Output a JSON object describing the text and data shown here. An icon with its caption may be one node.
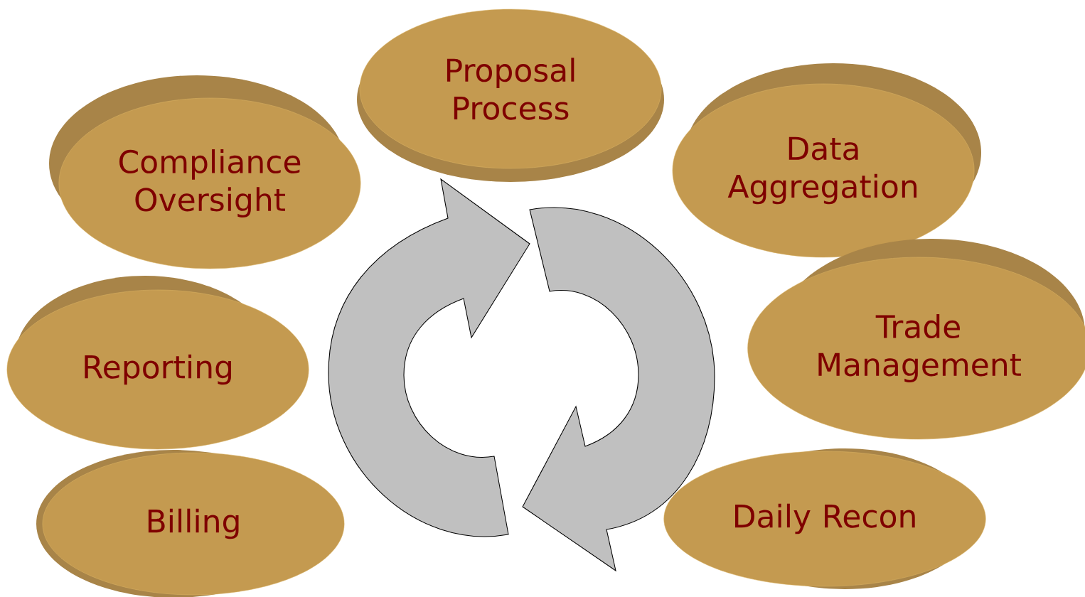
{
  "diagram": {
    "nodes": [
      {
        "text": [
          "Proposal Process"
        ]
      },
      {
        "text": [
          "Compliance Oversight"
        ]
      },
      {
        "text": [
          "Data Aggregation"
        ]
      },
      {
        "text": [
          "Reporting"
        ]
      },
      {
        "text": [
          "Trade Management"
        ]
      },
      {
        "text": [
          "Billing"
        ]
      },
      {
        "text": [
          "Daily Recon"
        ]
      }
    ]
  }
}
